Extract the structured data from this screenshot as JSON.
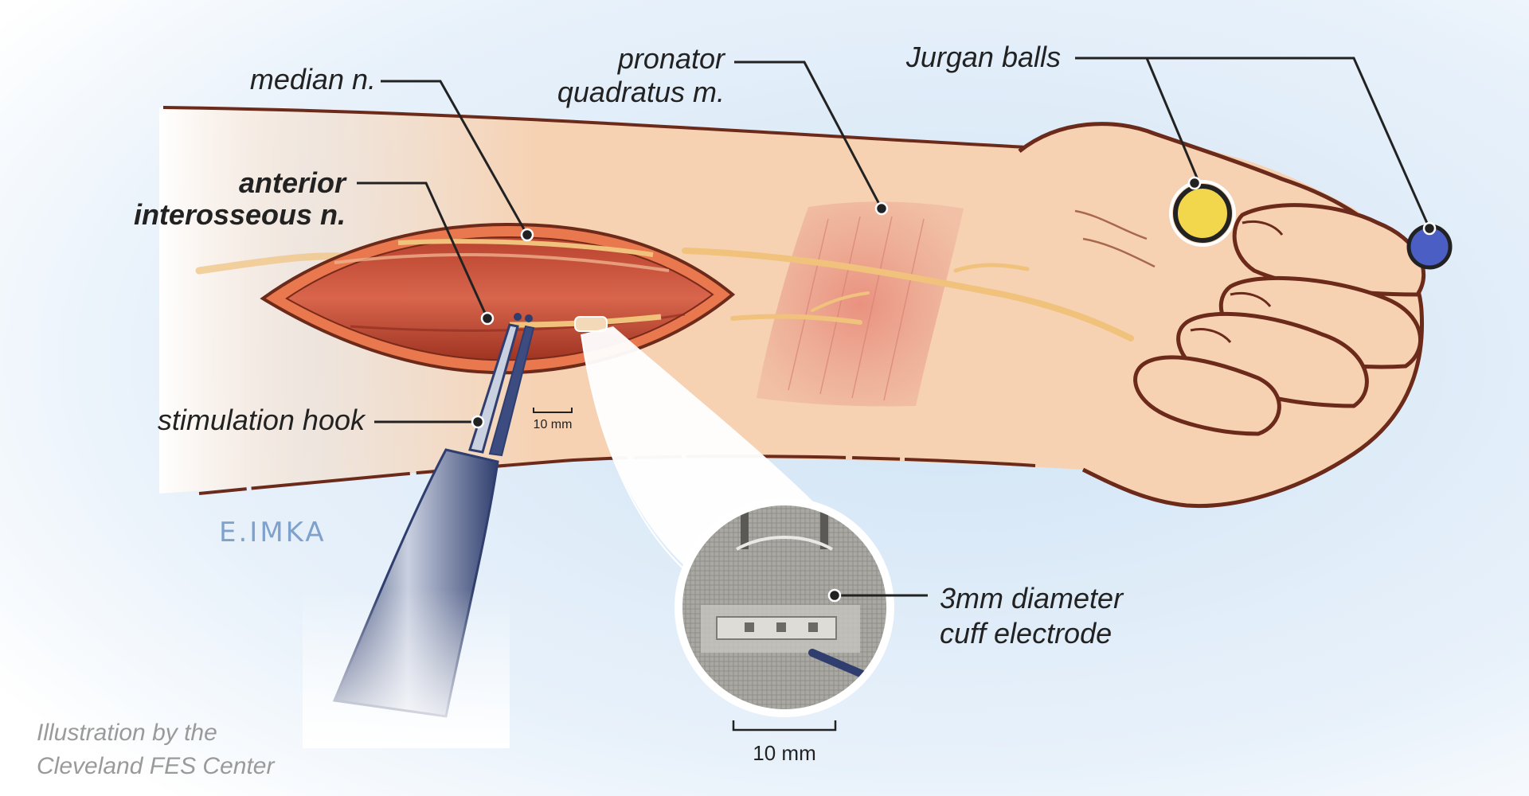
{
  "labels": {
    "median_nerve": "median n.",
    "anterior_line1": "anterior",
    "anterior_line2": "interosseous n.",
    "stimulation_hook": "stimulation hook",
    "pronator_line1": "pronator",
    "pronator_line2": "quadratus m.",
    "jurgan_balls": "Jurgan balls",
    "cuff_line1": "3mm diameter",
    "cuff_line2": "cuff electrode"
  },
  "scale_bars": {
    "small": "10 mm",
    "large": "10 mm"
  },
  "signature": "E.IMKA",
  "credit": {
    "line1": "Illustration by the",
    "line2": "Cleveland FES Center"
  },
  "colors": {
    "skin": "#f6d2b3",
    "outline": "#6b2a1a",
    "muscle": "#c9503a",
    "nerve": "#f0c27c",
    "jurgan_ball_1": "#f2d64b",
    "jurgan_ball_2": "#4a5ec4",
    "background_wash": "#cfe3f5",
    "instrument": "#2f3e6e"
  }
}
